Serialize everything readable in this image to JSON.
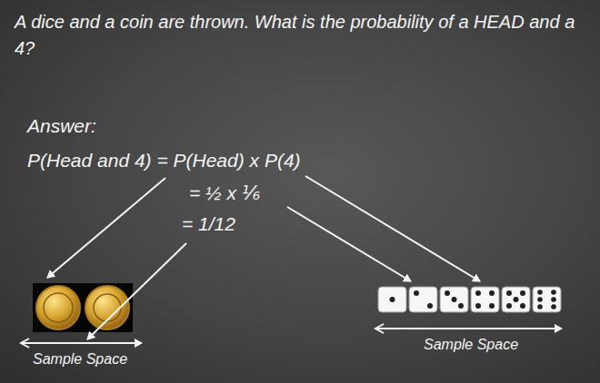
{
  "diagram": {
    "title": "A dice and a coin are thrown. What is the probability of a HEAD and a 4?",
    "labels": [
      "Answer:",
      "P(Head and 4) = P(Head) x P(4)",
      "= ½ x ⅙",
      "= 1/12",
      "Sample Space",
      "Sample Space"
    ]
  }
}
